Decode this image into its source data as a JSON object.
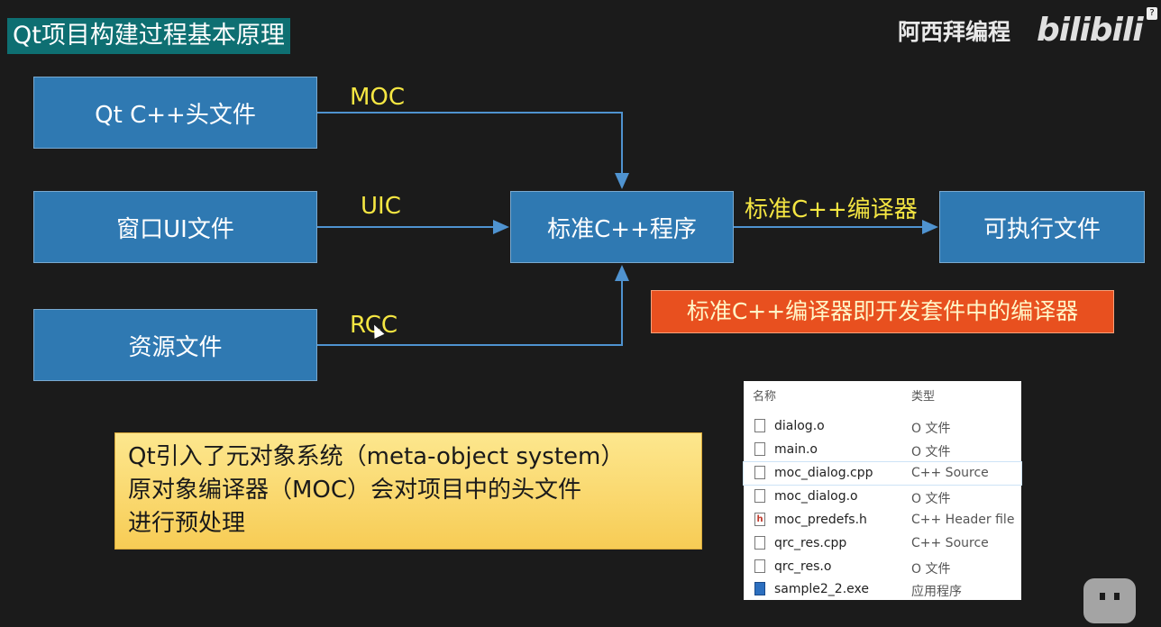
{
  "title": "Qt项目构建过程基本原理",
  "brand": {
    "channel": "阿西拜编程",
    "logo": "bilibili"
  },
  "boxes": {
    "header_files": "Qt C++头文件",
    "ui_files": "窗口UI文件",
    "resource_files": "资源文件",
    "std_program": "标准C++程序",
    "executable": "可执行文件"
  },
  "labels": {
    "moc": "MOC",
    "uic": "UIC",
    "rcc": "RCC",
    "compiler": "标准C++编译器"
  },
  "note_red": "标准C++编译器即开发套件中的编译器",
  "note_yellow": {
    "line1": "Qt引入了元对象系统（meta-object system）",
    "line2": "原对象编译器（MOC）会对项目中的头文件",
    "line3": "进行预处理"
  },
  "explorer": {
    "col_name": "名称",
    "col_type": "类型",
    "files": [
      {
        "name": "dialog.o",
        "type": "O 文件",
        "icon": "file-icon"
      },
      {
        "name": "main.o",
        "type": "O 文件",
        "icon": "file-icon"
      },
      {
        "name": "moc_dialog.cpp",
        "type": "C++ Source",
        "icon": "cpp-file-icon"
      },
      {
        "name": "moc_dialog.o",
        "type": "O 文件",
        "icon": "file-icon"
      },
      {
        "name": "moc_predefs.h",
        "type": "C++ Header file",
        "icon": "header-file-icon"
      },
      {
        "name": "qrc_res.cpp",
        "type": "C++ Source",
        "icon": "cpp-file-icon"
      },
      {
        "name": "qrc_res.o",
        "type": "O 文件",
        "icon": "file-icon"
      },
      {
        "name": "sample2_2.exe",
        "type": "应用程序",
        "icon": "exe-icon"
      }
    ]
  },
  "colors": {
    "box": "#2f79b2",
    "label": "#f5e642",
    "title_bg": "#0e6f72",
    "note_red": "#e8501f"
  }
}
